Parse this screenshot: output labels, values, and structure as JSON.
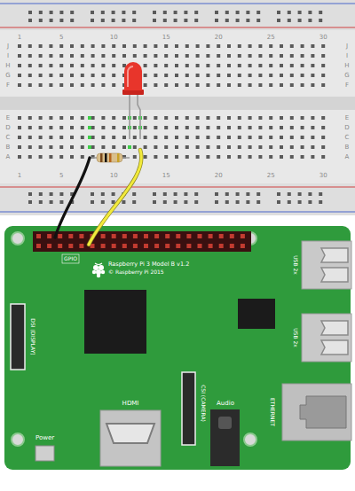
{
  "diagram": {
    "labels": [
      "1",
      "5",
      "10",
      "15",
      "20",
      "25",
      "30",
      "J",
      "I",
      "H",
      "G",
      "F",
      "E",
      "D",
      "C",
      "B",
      "A",
      "J",
      "I",
      "H",
      "G",
      "F",
      "E",
      "D",
      "C",
      "B",
      "A",
      "1",
      "5",
      "10",
      "15",
      "20",
      "25",
      "30",
      "GPIO",
      "Raspberry Pi 3 Model B v1.2",
      "© Raspberry Pi 2015",
      "DSI (DISPLAY)",
      "USB 2x",
      "USB 2x",
      "HDMI",
      "CSI (CAMERA)",
      "Audio",
      "ETHERNET",
      "Power"
    ]
  }
}
